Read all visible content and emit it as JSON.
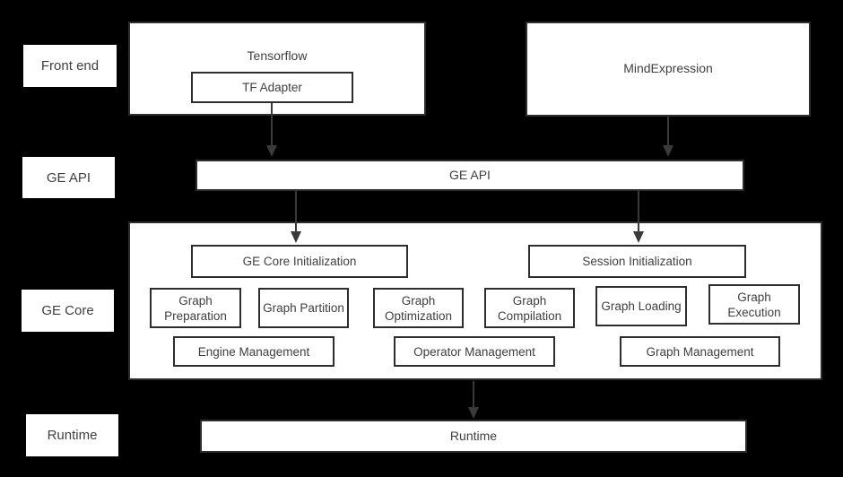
{
  "colors": {
    "background": "#000000",
    "box_fill": "#ffffff",
    "box_border": "#2d2d2d",
    "text": "#3f3f3f",
    "arrow": "#3a3a3a"
  },
  "row_labels": {
    "front_end": "Front end",
    "ge_api": "GE API",
    "ge_core": "GE Core",
    "runtime": "Runtime"
  },
  "front_end": {
    "tensorflow_label": "Tensorflow",
    "tf_adapter_label": "TF Adapter",
    "mindexpression_label": "MindExpression"
  },
  "ge_api": {
    "bar_label": "GE API"
  },
  "ge_core": {
    "init_label": "GE Core Initialization",
    "session_label": "Session Initialization",
    "modules": [
      "Graph Preparation",
      "Graph Partition",
      "Graph Optimization",
      "Graph Compilation",
      "Graph Loading",
      "Graph Execution"
    ],
    "management": [
      "Engine Management",
      "Operator Management",
      "Graph Management"
    ]
  },
  "runtime": {
    "bar_label": "Runtime"
  }
}
